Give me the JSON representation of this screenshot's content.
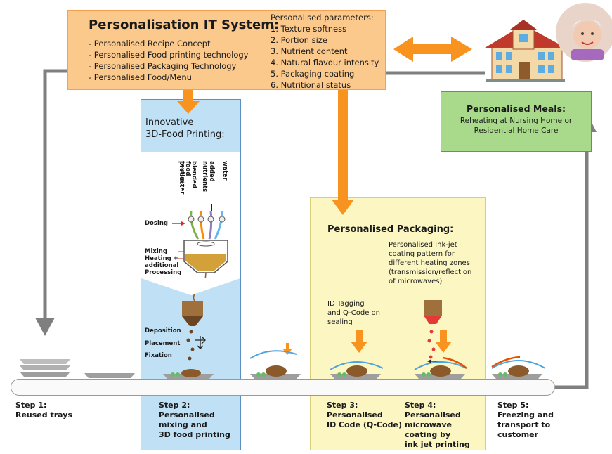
{
  "it_system": {
    "title": "Personalisation IT System:",
    "items": [
      "- Personalised Recipe Concept",
      "- Personalised Food printing technology",
      "- Personalised Packaging Technology",
      "- Personalised Food/Menu"
    ]
  },
  "parameters": {
    "title": "Personalised parameters:",
    "items": [
      "1. Texture softness",
      "2. Portion size",
      "3. Nutrient content",
      "4. Natural flavour intensity",
      "5. Packaging coating",
      "6. Nutritional status"
    ]
  },
  "printing": {
    "title_line1": "Innovative",
    "title_line2": "3D-Food Printing:",
    "inputs": [
      "texturizer",
      "blended food product",
      "added nutrients",
      "water"
    ],
    "dosing": "Dosing",
    "mixing": "Mixing",
    "heating": "Heating +",
    "additional": "additional",
    "processing": "Processing",
    "deposition": "Deposition",
    "placement": "Placement",
    "fixation": "Fixation"
  },
  "packaging": {
    "title": "Personalised Packaging:",
    "inkjet": [
      "Personalised Ink-jet",
      "coating pattern for",
      "different heating zones",
      "(transmission/reflection",
      "of microwaves)"
    ],
    "idtag": [
      "ID Tagging",
      "and Q-Code on",
      "sealing"
    ]
  },
  "meals": {
    "title": "Personalised Meals:",
    "line1": "Reheating at Nursing Home or",
    "line2": "Residential Home Care"
  },
  "steps": [
    {
      "line1": "Step 1:",
      "line2": "Reused trays",
      "line3": "",
      "line4": ""
    },
    {
      "line1": "Step 2:",
      "line2": "Personalised",
      "line3": "mixing and",
      "line4": "3D food printing"
    },
    {
      "line1": "Step 3:",
      "line2": "Personalised",
      "line3": "ID Code (Q-Code)",
      "line4": ""
    },
    {
      "line1": "Step 4:",
      "line2": "Personalised",
      "line3": "microwave",
      "line4": "coating by",
      "line5": "ink jet printing"
    },
    {
      "line1": "Step 5:",
      "line2": "Freezing and",
      "line3": "transport to",
      "line4": "customer"
    }
  ],
  "colors": {
    "orange_arrow": "#f7931e",
    "gray_arrow": "#7f7f7f",
    "it_box": "#fbc98c",
    "printing_panel": "#bfe0f5",
    "packaging_panel": "#fbf6c2",
    "meals_box": "#a9d98a"
  },
  "icons": [
    "nursing-home-icon",
    "elderly-woman-photo",
    "food-printer-icon",
    "printhead-icon",
    "inkjet-head-icon",
    "tray-icon",
    "meal-portion-icon"
  ]
}
